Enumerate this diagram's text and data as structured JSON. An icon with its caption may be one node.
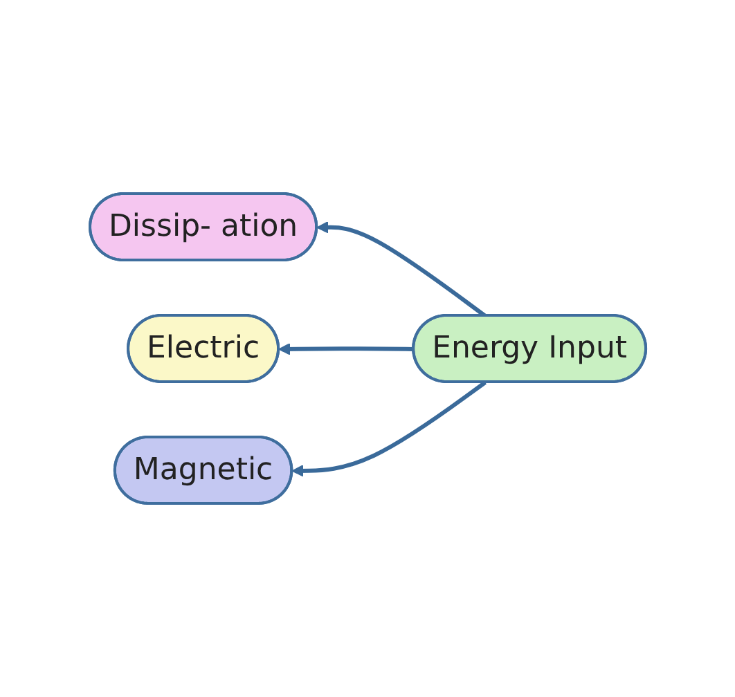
{
  "diagram": {
    "nodes": [
      {
        "text": [
          "Electric"
        ]
      },
      {
        "text": [
          "Dissip- ation"
        ]
      },
      {
        "text": [
          "Energy Input"
        ]
      },
      {
        "text": [
          "Magnetic"
        ]
      }
    ],
    "edges": [
      {
        "from": 2,
        "to": 1,
        "arrow": "to"
      },
      {
        "from": 2,
        "to": 0,
        "arrow": "to"
      },
      {
        "from": 2,
        "to": 3,
        "arrow": "to"
      }
    ]
  }
}
